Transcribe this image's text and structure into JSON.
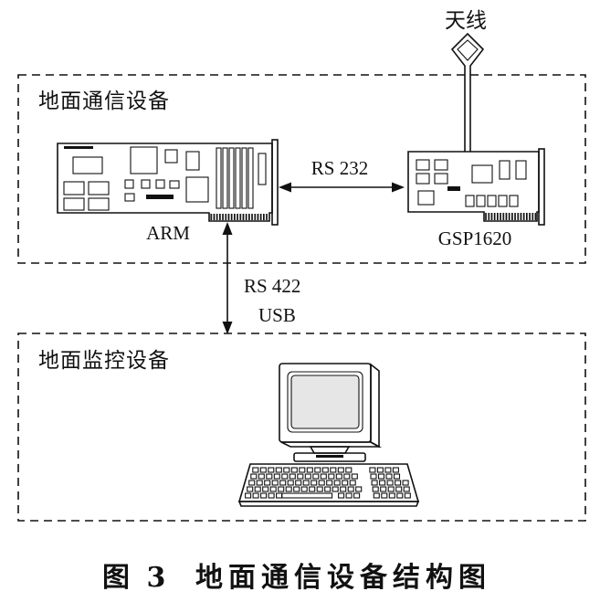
{
  "colors": {
    "ink": "#111111",
    "paper": "#ffffff"
  },
  "antenna": {
    "label": "天线",
    "icon": "antenna-icon"
  },
  "groups": {
    "comm": {
      "label": "地面通信设备"
    },
    "monitor": {
      "label": "地面监控设备"
    }
  },
  "nodes": {
    "arm": {
      "label": "ARM",
      "icon": "circuit-board-icon"
    },
    "gsp": {
      "label": "GSP1620",
      "icon": "circuit-board-icon"
    },
    "pc": {
      "icon": "computer-icon"
    }
  },
  "links": {
    "arm_gsp": {
      "label": "RS 232"
    },
    "arm_pc": {
      "labels": [
        "RS 422",
        "USB"
      ]
    }
  },
  "caption": {
    "number": "图 3",
    "title": "地面通信设备结构图"
  }
}
